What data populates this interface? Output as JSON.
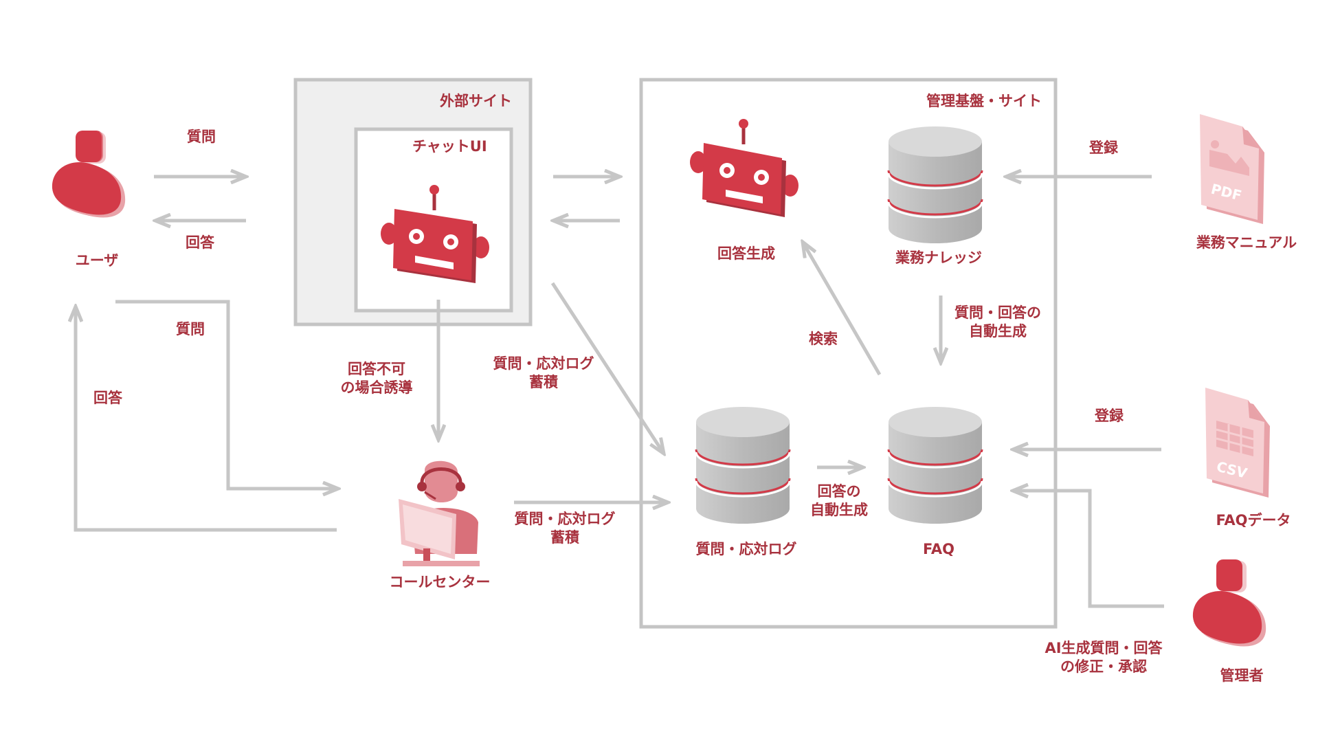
{
  "colors": {
    "accent": "#d33a48",
    "accent_dark": "#a8323e",
    "accent_light": "#e8a2a8",
    "frame": "#c4c4c4",
    "frame_fill": "#efefef",
    "arrow": "#c6c6c6",
    "db_top": "#d7d7d7",
    "db_body": "#b6b6b6"
  },
  "nodes": {
    "user": {
      "label": "ユーザ",
      "icon": "person-icon"
    },
    "external_site": {
      "label": "外部サイト"
    },
    "chat_ui": {
      "label": "チャットUI",
      "icon": "robot-icon"
    },
    "call_center": {
      "label": "コールセンター",
      "icon": "operator-icon"
    },
    "platform": {
      "label": "管理基盤・サイト"
    },
    "answer_gen": {
      "label": "回答生成",
      "icon": "robot-icon"
    },
    "knowledge": {
      "label": "業務ナレッジ",
      "icon": "database-icon"
    },
    "log": {
      "label": "質問・応対ログ",
      "icon": "database-icon"
    },
    "faq": {
      "label": "FAQ",
      "icon": "database-icon"
    },
    "manual": {
      "label": "業務マニュアル",
      "icon": "pdf-file-icon",
      "badge": "PDF"
    },
    "faq_data": {
      "label": "FAQデータ",
      "icon": "csv-file-icon",
      "badge": "CSV"
    },
    "admin": {
      "label": "管理者",
      "icon": "person-icon"
    }
  },
  "edges": {
    "user_question": "質問",
    "user_answer": "回答",
    "user_question_cc": "質問",
    "user_answer_cc": "回答",
    "escalation": [
      "回答不可",
      "の場合誘導"
    ],
    "chat_log": [
      "質問・応対ログ",
      "蓄積"
    ],
    "cc_log": [
      "質問・応対ログ",
      "蓄積"
    ],
    "auto_answer": [
      "回答の",
      "自動生成"
    ],
    "search": "検索",
    "auto_qa": [
      "質問・回答の",
      "自動生成"
    ],
    "register_manual": "登録",
    "register_faq": "登録",
    "admin_review": [
      "AI生成質問・回答",
      "の修正・承認"
    ]
  }
}
